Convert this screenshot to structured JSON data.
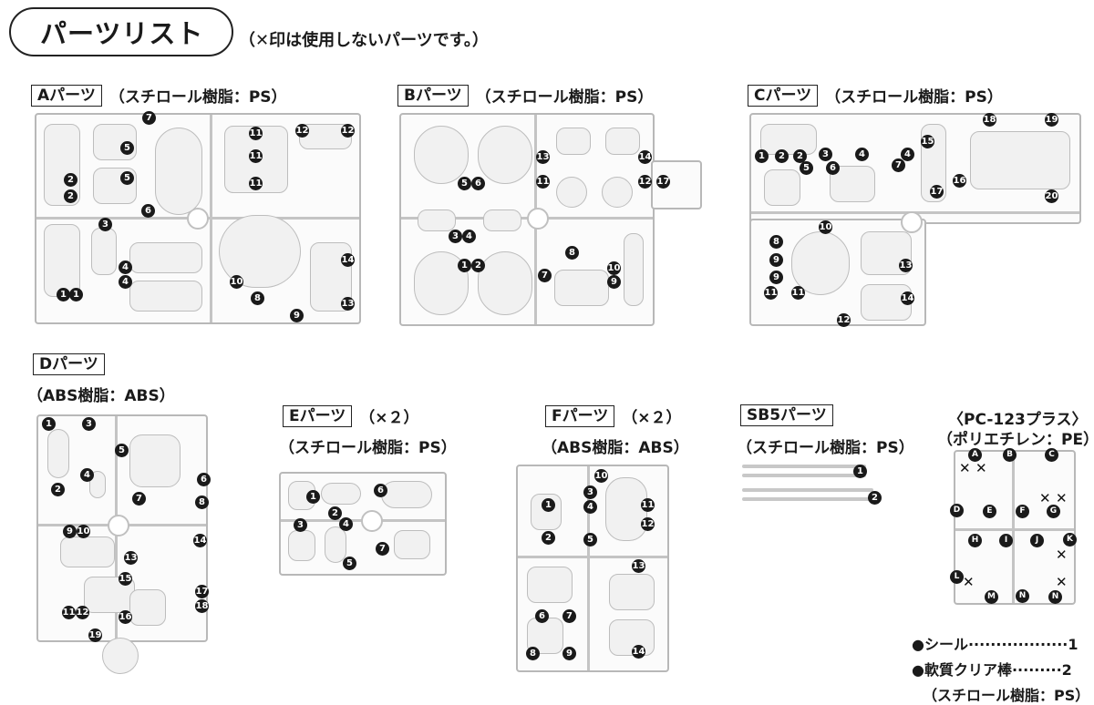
{
  "header": {
    "title": "パーツリスト",
    "note": "（✕印は使用しないパーツです。）"
  },
  "groups": [
    {
      "id": "a",
      "name": "Aパーツ",
      "material": "（スチロール樹脂：PS）"
    },
    {
      "id": "b",
      "name": "Bパーツ",
      "material": "（スチロール樹脂：PS）"
    },
    {
      "id": "c",
      "name": "Cパーツ",
      "material": "（スチロール樹脂：PS）"
    },
    {
      "id": "d",
      "name": "Dパーツ",
      "material": "（ABS樹脂：ABS）"
    },
    {
      "id": "e",
      "name": "Eパーツ",
      "qty": "（×２）",
      "material": "（スチロール樹脂：PS）"
    },
    {
      "id": "f",
      "name": "Fパーツ",
      "qty": "（×２）",
      "material": "（ABS樹脂：ABS）"
    },
    {
      "id": "sb5",
      "name": "SB5パーツ",
      "material": "（スチロール樹脂：PS）"
    }
  ],
  "pc": {
    "name": "〈PC-123プラス〉",
    "material": "（ポリエチレン：PE）",
    "labels": [
      "A",
      "B",
      "C",
      "D",
      "E",
      "F",
      "G",
      "H",
      "I",
      "J",
      "K",
      "L",
      "M",
      "N",
      "N"
    ]
  },
  "numbers": {
    "n1": "1",
    "n2": "2",
    "n3": "3",
    "n4": "4",
    "n5": "5",
    "n6": "6",
    "n7": "7",
    "n8": "8",
    "n9": "9",
    "n10": "10",
    "n11": "11",
    "n12": "12",
    "n13": "13",
    "n14": "14",
    "n15": "15",
    "n16": "16",
    "n17": "17",
    "n18": "18",
    "n19": "19",
    "n20": "20"
  },
  "summary": {
    "seal_label": "●シール",
    "seal_count": "1",
    "rod_label": "●軟質クリア棒",
    "rod_count": "2",
    "rod_material": "（スチロール樹脂：PS）"
  }
}
